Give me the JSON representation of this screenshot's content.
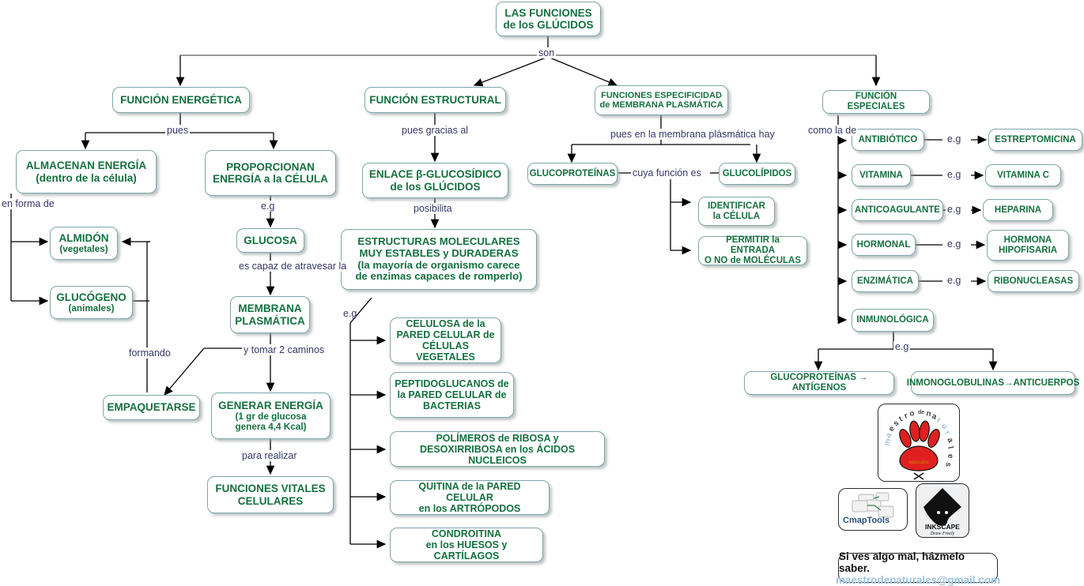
{
  "title": "LAS FUNCIONES de los GLÚCIDOS",
  "root": {
    "line1": "LAS FUNCIONES",
    "line2": "de los GLÚCIDOS"
  },
  "colors": {
    "node_border": "#7fa6ab",
    "node_text": "#14703f",
    "link_label": "#37376b",
    "connector": "#000000",
    "footer_email": "#9fc3dd"
  },
  "link_labels": {
    "son": "son",
    "pues": "pues",
    "en_forma_de_l1": "en",
    "en_forma_de_l2": "forma de",
    "formando": "formando",
    "eg_energia": "e.g",
    "es_capaz_l1": "es capaz de",
    "es_capaz_l2": "atravesar la",
    "y_tomar_l1": "y tomar",
    "y_tomar_l2": "2 caminos",
    "para_realizar": "para realizar",
    "pues_gracias_al": "pues gracias al",
    "posibilita": "posibilita",
    "eg_estructuras": "e.g",
    "pues_membrana_l1": "pues en la membrana",
    "pues_membrana_l2": "plásmática hay",
    "cuya_funcion_es": "cuya función es",
    "como_la_de_l1": "como",
    "como_la_de_l2": "la de",
    "eg_antibiotico": "e.g",
    "eg_vitamina": "e.g",
    "eg_anticoagulante": "e.g",
    "eg_hormonal": "e.g",
    "eg_enzimatica": "e.g",
    "eg_inmunologica": "e.g"
  },
  "nodes": {
    "funcion_energetica": "FUNCIÓN ENERGÉTICA",
    "funcion_estructural": "FUNCIÓN ESTRUCTURAL",
    "funciones_especificidad_l1": "FUNCIONES ESPECIFICIDAD",
    "funciones_especificidad_l2": "de MEMBRANA PLASMÁTICA",
    "funcion_especiales": "FUNCIÓN ESPECIALES",
    "almacenan_l1": "ALMACENAN ENERGÍA",
    "almacenan_l2": "(dentro de la célula)",
    "proporcionan_l1": "PROPORCIONAN",
    "proporcionan_l2": "ENERGÍA a la CÉLULA",
    "almidon_l1": "ALMIDÓN",
    "almidon_l2": "(vegetales)",
    "glucogeno_l1": "GLUCÓGENO",
    "glucogeno_l2": "(animales)",
    "empaquetarse": "EMPAQUETARSE",
    "glucosa": "GLUCOSA",
    "membrana_l1": "MEMBRANA",
    "membrana_l2": "PLASMÁTICA",
    "generar_l1": "GENERAR ENERGÍA",
    "generar_l2": "(1 gr de glucosa",
    "generar_l3": "genera 4,4 Kcal)",
    "funciones_vitales_l1": "FUNCIONES VITALES",
    "funciones_vitales_l2": "CELULARES",
    "enlace_l1": "ENLACE β-GLUCOSÍDICO",
    "enlace_l2": "de los GLÚCIDOS",
    "estructuras_l1": "ESTRUCTURAS MOLECULARES",
    "estructuras_l2": "MUY ESTABLES y DURADERAS",
    "estructuras_l3": "(la mayoría de organismo carece",
    "estructuras_l4": "de enzimas capaces de romperlo)",
    "celulosa_l1": "CELULOSA de la",
    "celulosa_l2": "PARED CELULAR de",
    "celulosa_l3": "CÉLULAS VEGETALES",
    "peptidoglucanos_l1": "PEPTIDOGLUCANOS de",
    "peptidoglucanos_l2": "la PARED CELULAR de",
    "peptidoglucanos_l3": "BACTERIAS",
    "polimeros_l1": "POLÍMEROS de RIBOSA y",
    "polimeros_l2": "DESOXIRRIBOSA en los ÁCIDOS NUCLEICOS",
    "quitina_l1": "QUITINA de la PARED CELULAR",
    "quitina_l2": "en los ARTRÓPODOS",
    "condroitina_l1": "CONDROITINA",
    "condroitina_l2": "en los HUESOS y CARTÍLAGOS",
    "glucoproteinas": "GLUCOPROTEÍNAS",
    "glucolipidos": "GLUCOLÍPIDOS",
    "identificar_l1": "IDENTIFICAR",
    "identificar_l2": "la CÉLULA",
    "permitir_l1": "PERMITIR la ENTRADA",
    "permitir_l2": "O NO de MOLÉCULAS",
    "antibiotico": "ANTIBIÓTICO",
    "estreptomicina": "ESTREPTOMICINA",
    "vitamina": "VITAMINA",
    "vitamina_c": "VITAMINA C",
    "anticoagulante": "ANTICOAGULANTE",
    "heparina": "HEPARINA",
    "hormonal": "HORMONAL",
    "hormona_l1": "HORMONA",
    "hormona_l2": "HIPOFISARIA",
    "enzimatica": "ENZIMÁTICA",
    "ribonucleasas": "RIBONUCLEASAS",
    "inmunologica": "INMUNOLÓGICA",
    "glucoproteinas_antigenos": "GLUCOPROTEÍNAS → ANTÍGENOS",
    "inmonoglobulinas_anticuerpos": "INMONOGLOBULINAS→ANTICUERPOS"
  },
  "logos": {
    "paw_logo_name": "maestro-de-naturales-logo",
    "paw_logo_text_left": "maestro",
    "paw_logo_text_mid": "de",
    "paw_logo_text_right": "naturales",
    "cmap_label": "CmapTools",
    "inkscape_label": "INKSCAPE",
    "inkscape_tagline": "Draw Freely"
  },
  "footer": {
    "line1": "Si ves algo mal, házmelo saber.",
    "line2": "maestrodenaturales@gmail.com"
  }
}
